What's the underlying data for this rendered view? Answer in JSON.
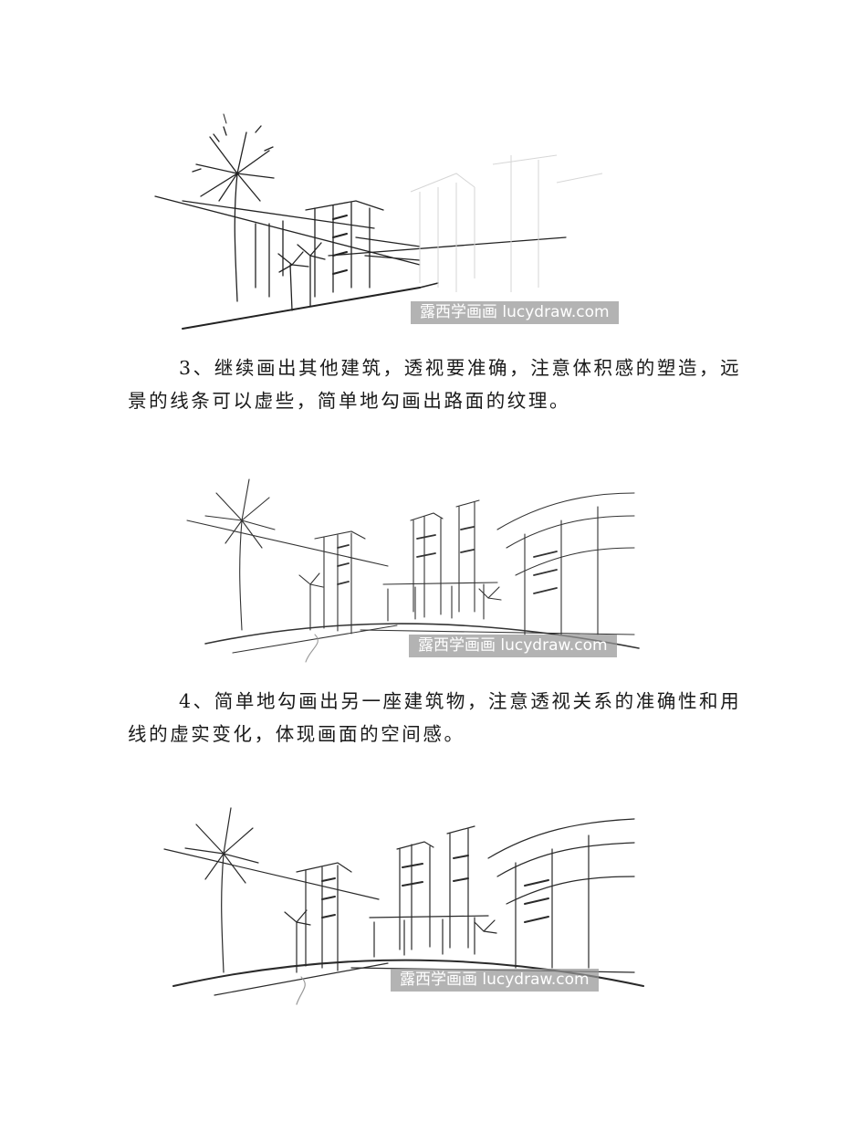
{
  "figures": [
    {
      "id": "sketch-1",
      "watermark": "露西学画画 lucydraw.com"
    },
    {
      "id": "sketch-2",
      "watermark": "露西学画画 lucydraw.com"
    },
    {
      "id": "sketch-3",
      "watermark": "露西学画画 lucydraw.com"
    }
  ],
  "paragraphs": [
    "3、继续画出其他建筑，透视要准确，注意体积感的塑造，远景的线条可以虚些，简单地勾画出路面的纹理。",
    "4、简单地勾画出另一座建筑物，注意透视关系的准确性和用线的虚实变化，体现画面的空间感。"
  ]
}
